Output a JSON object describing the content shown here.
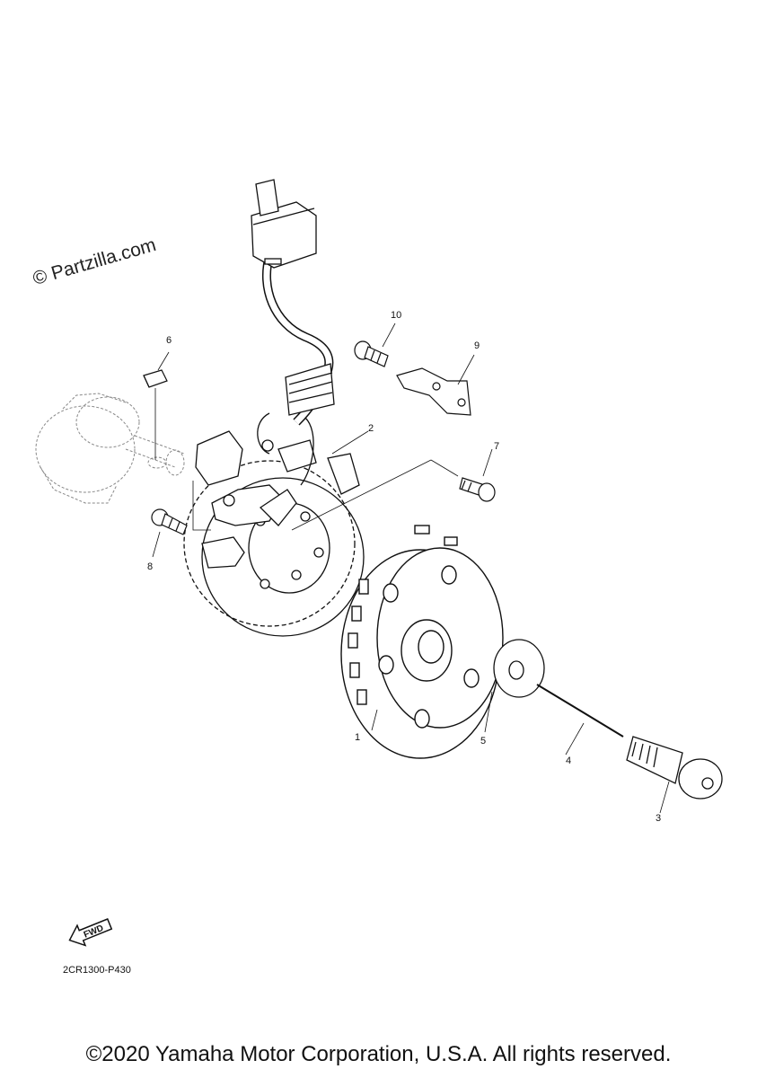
{
  "watermark": "© Partzilla.com",
  "callouts": {
    "c1": "1",
    "c2": "2",
    "c3": "3",
    "c4": "4",
    "c5": "5",
    "c6": "6",
    "c7": "7",
    "c8": "8",
    "c9": "9",
    "c10": "10"
  },
  "fwd_label": "FWD",
  "diagram_code": "2CR1300-P430",
  "copyright": "©2020 Yamaha Motor Corporation, U.S.A. All rights reserved."
}
